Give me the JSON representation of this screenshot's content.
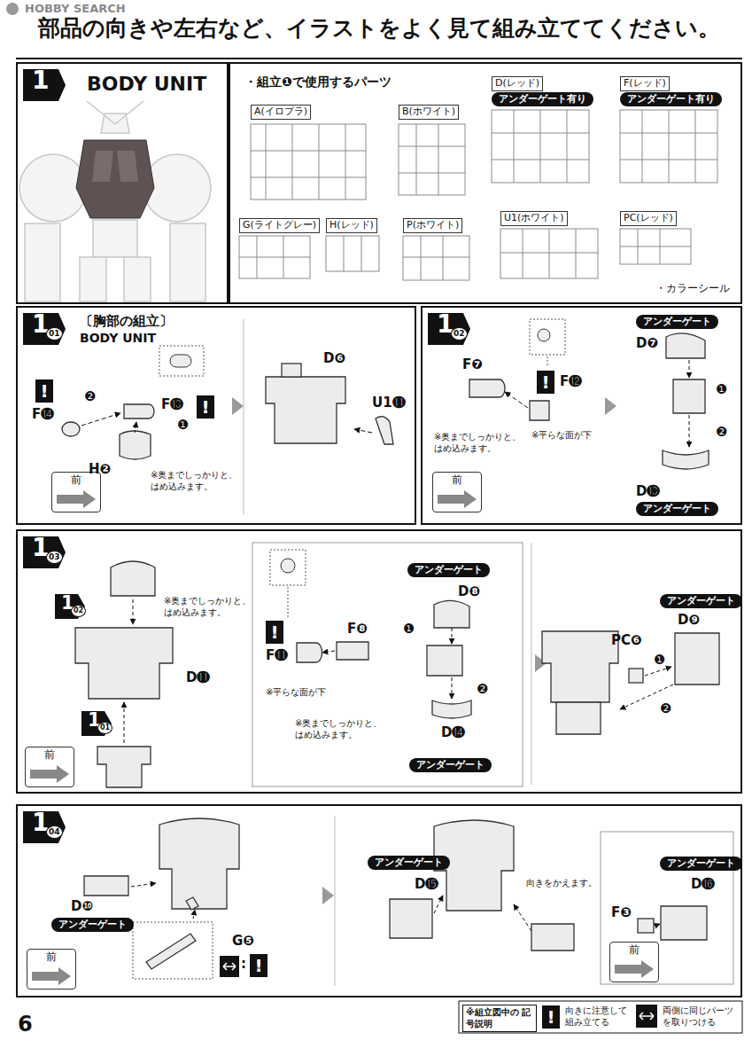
{
  "diagram": {
    "title": "部品の向きや左右など、イラストをよく見て組み立ててください。",
    "nodes": [
      {
        "text": [
          "1",
          "BODY UNIT"
        ]
      },
      {
        "text": [
          "・組立❶で使用するパーツ"
        ]
      },
      {
        "text": [
          "A(イロプラ)"
        ],
        "in": 1
      },
      {
        "text": [
          "B(ホワイト)"
        ],
        "in": 1
      },
      {
        "text": [
          "D(レッド)"
        ],
        "in": 1
      },
      {
        "text": [
          "アンダーゲート有り"
        ],
        "in": 1
      },
      {
        "text": [
          "F(レッド)"
        ],
        "in": 1
      },
      {
        "text": [
          "アンダーゲート有り"
        ],
        "in": 1
      },
      {
        "text": [
          "G(ライトグレー)"
        ],
        "in": 1
      },
      {
        "text": [
          "H(レッド)"
        ],
        "in": 1
      },
      {
        "text": [
          "P(ホワイト)"
        ],
        "in": 1
      },
      {
        "text": [
          "U1(ホワイト)"
        ],
        "in": 1
      },
      {
        "text": [
          "PC(レッド)"
        ],
        "in": 1
      },
      {
        "text": [
          "1",
          "01",
          "〔胸部の組立〕",
          "BODY UNIT"
        ]
      },
      {
        "text": [
          "!"
        ],
        "in": 13
      },
      {
        "text": [
          "!"
        ],
        "in": 13
      },
      {
        "text": [
          "前"
        ],
        "in": 13
      },
      {
        "text": [
          "1",
          "02"
        ]
      },
      {
        "text": [
          "!"
        ],
        "in": 17
      },
      {
        "text": [
          "前"
        ],
        "in": 17
      },
      {
        "text": [
          "アンダーゲート"
        ],
        "in": 17
      },
      {
        "text": [
          "アンダーゲート"
        ],
        "in": 17
      },
      {
        "text": [
          "1",
          "03"
        ]
      },
      {
        "text": [
          "1",
          "02"
        ],
        "in": 22
      },
      {
        "text": [
          "1",
          "01"
        ],
        "in": 22
      },
      {
        "text": [
          "前"
        ],
        "in": 22
      },
      {
        "text": [
          "!"
        ],
        "in": 22
      },
      {
        "text": [
          "アンダーゲート"
        ],
        "in": 22
      },
      {
        "text": [
          "アンダーゲート"
        ],
        "in": 22
      },
      {
        "text": [
          "アンダーゲート"
        ],
        "in": 22
      },
      {
        "text": [
          "1",
          "04"
        ]
      },
      {
        "text": [
          "アンダーゲート"
        ],
        "in": 30
      },
      {
        "text": [
          "!"
        ],
        "in": 30
      },
      {
        "text": [
          "アンダーゲート"
        ],
        "in": 30
      },
      {
        "text": [
          "アンダーゲート"
        ],
        "in": 30
      },
      {
        "text": [
          "前"
        ],
        "in": 30
      },
      {
        "text": [
          "前"
        ],
        "in": 30
      },
      {
        "text": [
          "※組立図中の 記号説明"
        ]
      },
      {
        "text": [
          "!"
        ]
      }
    ],
    "labels": [
      "HOBBY SEARCH",
      "・カラーシール",
      "F⓮",
      "❷",
      "F⓭",
      "❶",
      "H❷",
      "※奥までしっかりと、 はめ込みます。",
      "D❻",
      "U1⓫",
      "F❼",
      "F⓬",
      "※奥までしっかりと、 はめ込みます。",
      "※平らな面が下",
      "D❼",
      "❶",
      "❷",
      "D⓭",
      "※奥までしっかりと、 はめ込みます。",
      "D⓫",
      "F⓫",
      "F❽",
      "※平らな面が下",
      "※奥までしっかりと、 はめ込みます。",
      "D❽",
      "❶",
      "❷",
      "D⓮",
      "PC❻",
      "❶",
      "❷",
      "D❾",
      "D❿",
      "G❺",
      ":",
      "D⓯",
      "向きをかえます。",
      "D⓰",
      "F❸",
      "6"
    ],
    "legend": [
      {
        "text": "向きに注意して 組み立てる"
      },
      {
        "text": "両側に同じパーツ を取りつける"
      }
    ]
  }
}
